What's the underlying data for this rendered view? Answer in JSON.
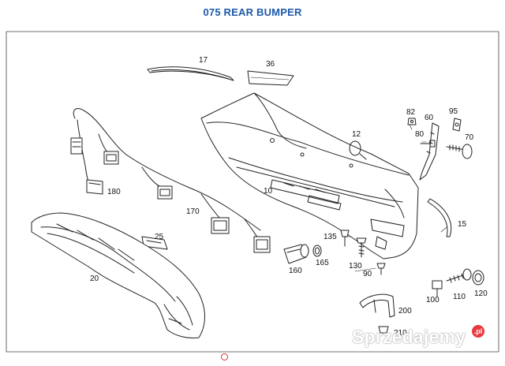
{
  "title": "075 REAR BUMPER",
  "parts": [
    {
      "id": "p17",
      "label": "17"
    },
    {
      "id": "p36",
      "label": "36"
    },
    {
      "id": "p82",
      "label": "82"
    },
    {
      "id": "p60",
      "label": "60"
    },
    {
      "id": "p95",
      "label": "95"
    },
    {
      "id": "p12",
      "label": "12"
    },
    {
      "id": "p80",
      "label": "80"
    },
    {
      "id": "p70",
      "label": "70"
    },
    {
      "id": "p180",
      "label": "180"
    },
    {
      "id": "p10",
      "label": "10"
    },
    {
      "id": "p170",
      "label": "170"
    },
    {
      "id": "p15",
      "label": "15"
    },
    {
      "id": "p25",
      "label": "25"
    },
    {
      "id": "p135",
      "label": "135"
    },
    {
      "id": "p20",
      "label": "20"
    },
    {
      "id": "p160",
      "label": "160"
    },
    {
      "id": "p165",
      "label": "165"
    },
    {
      "id": "p130",
      "label": "130"
    },
    {
      "id": "p90",
      "label": "90"
    },
    {
      "id": "p100",
      "label": "100"
    },
    {
      "id": "p110",
      "label": "110"
    },
    {
      "id": "p120",
      "label": "120"
    },
    {
      "id": "p200",
      "label": "200"
    },
    {
      "id": "p210",
      "label": "210"
    }
  ],
  "watermark": {
    "text": "Sprzedajemy",
    "badge": ".pl"
  }
}
